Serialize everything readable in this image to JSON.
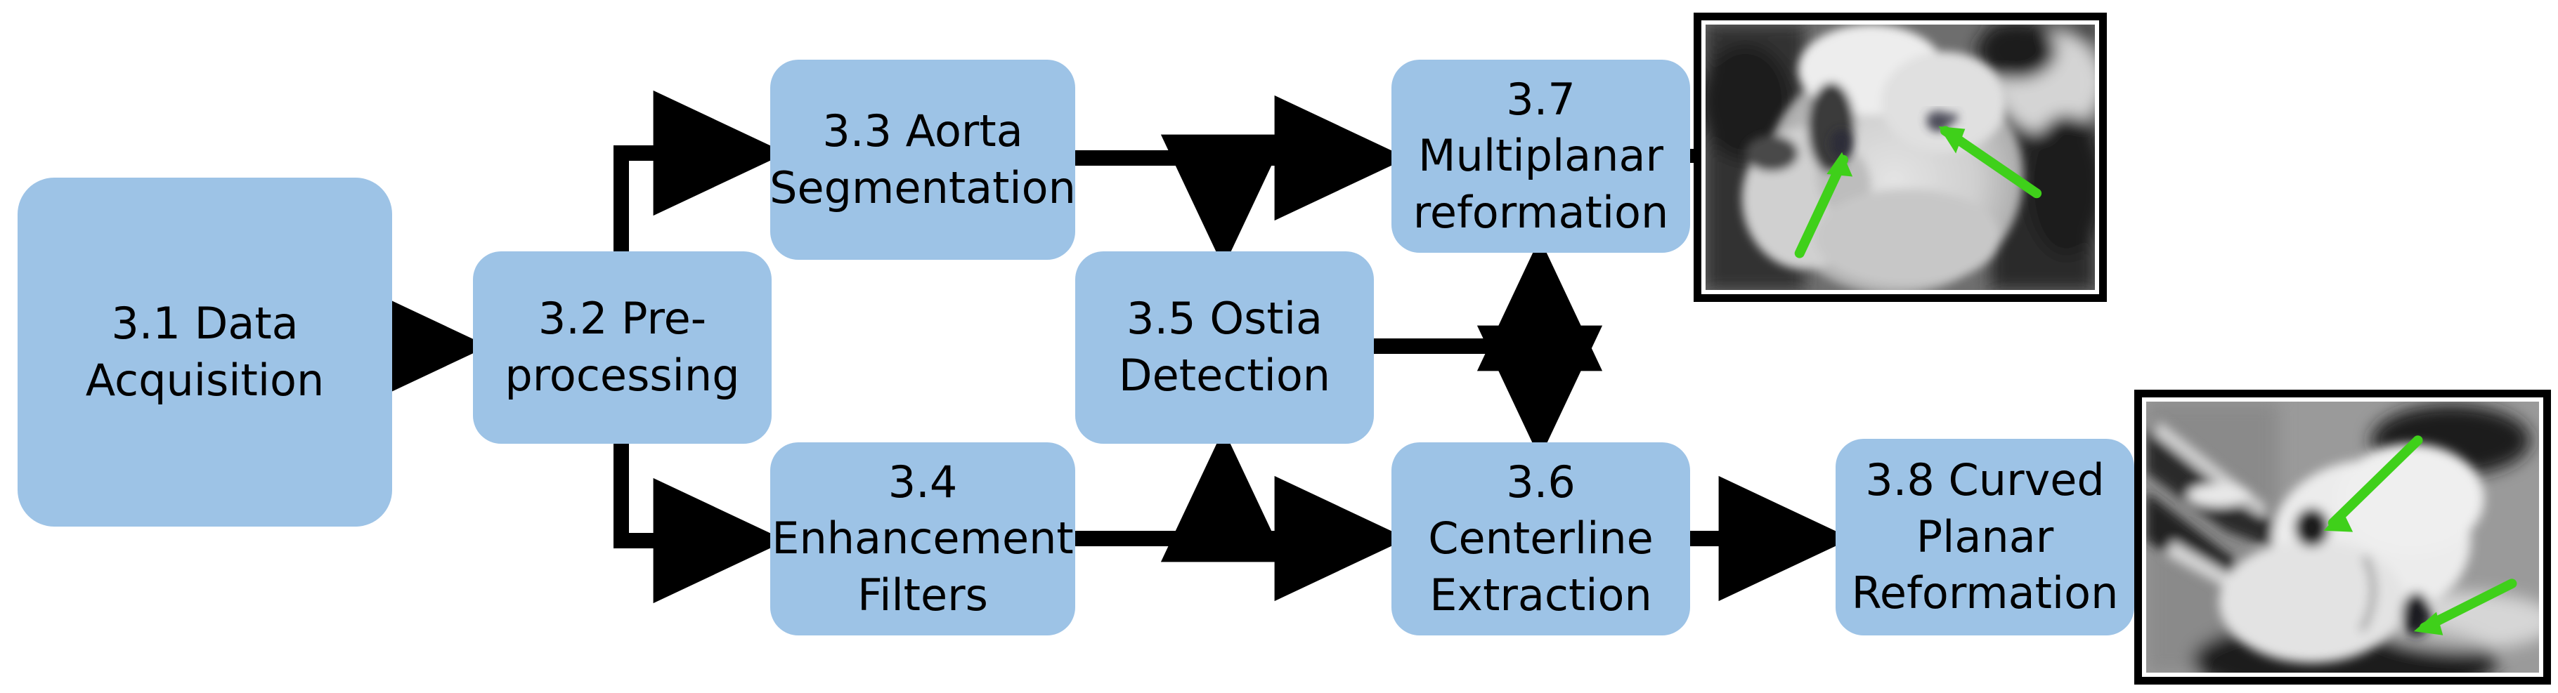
{
  "figure": {
    "type": "flowchart",
    "orientation": "left-to-right",
    "background_color": "#ffffff",
    "node_fill_color": "#9DC3E6",
    "node_text_color": "#000000",
    "connector_color": "#000000",
    "annotation_arrow_color": "#3FD01A"
  },
  "nodes": [
    {
      "id": "n31",
      "label": "3.1 Data\nAcquisition",
      "name": "node-data-acquisition"
    },
    {
      "id": "n32",
      "label": "3.2 Pre-\nprocessing",
      "name": "node-pre-processing"
    },
    {
      "id": "n33",
      "label": "3.3 Aorta\nSegmentation",
      "name": "node-aorta-segmentation"
    },
    {
      "id": "n34",
      "label": "3.4\nEnhancement\nFilters",
      "name": "node-enhancement-filters"
    },
    {
      "id": "n35",
      "label": "3.5 Ostia\nDetection",
      "name": "node-ostia-detection"
    },
    {
      "id": "n36",
      "label": "3.6\nCenterline\nExtraction",
      "name": "node-centerline-extraction"
    },
    {
      "id": "n37",
      "label": "3.7\nMultiplanar\nreformation",
      "name": "node-multiplanar-reformation"
    },
    {
      "id": "n38",
      "label": "3.8 Curved\nPlanar\nReformation",
      "name": "node-curved-planar-reformation"
    }
  ],
  "edges": [
    {
      "from": "3.1 Data Acquisition",
      "to": "3.2 Pre-processing",
      "style": "straight-arrow",
      "direction": "right"
    },
    {
      "from": "3.2 Pre-processing",
      "to": "3.3 Aorta Segmentation",
      "style": "elbow-arrow",
      "direction": "up-then-right"
    },
    {
      "from": "3.2 Pre-processing",
      "to": "3.4 Enhancement Filters",
      "style": "elbow-arrow",
      "direction": "down-then-right"
    },
    {
      "from": "3.3 Aorta Segmentation",
      "to": "3.7 Multiplanar reformation",
      "style": "straight-arrow",
      "direction": "right"
    },
    {
      "from": "3.3 Aorta Segmentation",
      "to": "3.5 Ostia Detection",
      "style": "tee-branch-arrow",
      "direction": "down"
    },
    {
      "from": "3.4 Enhancement Filters",
      "to": "3.6 Centerline Extraction",
      "style": "straight-arrow",
      "direction": "right"
    },
    {
      "from": "3.4 Enhancement Filters",
      "to": "3.5 Ostia Detection",
      "style": "tee-branch-arrow",
      "direction": "up"
    },
    {
      "from": "3.5 Ostia Detection",
      "to": "3.7 Multiplanar reformation / 3.6 Centerline Extraction",
      "style": "double-headed-vertical",
      "direction": "up-and-down"
    },
    {
      "from": "3.6 Centerline Extraction",
      "to": "3.8 Curved Planar Reformation",
      "style": "straight-arrow",
      "direction": "right"
    },
    {
      "from": "3.7 Multiplanar reformation",
      "to": "multiplanar-result-image",
      "style": "stub-line",
      "direction": "right"
    },
    {
      "from": "3.8 Curved Planar Reformation",
      "to": "curved-planar-result-image",
      "style": "stub-line",
      "direction": "right"
    }
  ],
  "images": [
    {
      "id": "img_mpr",
      "name": "multiplanar-reformation-scan",
      "caption": "",
      "modality": "grayscale CT cross-section",
      "annotations": [
        {
          "type": "arrow",
          "color": "#3FD01A",
          "points_to": "left coronary ostium"
        },
        {
          "type": "arrow",
          "color": "#3FD01A",
          "points_to": "right coronary ostium"
        }
      ]
    },
    {
      "id": "img_cpr",
      "name": "curved-planar-reformation-scan",
      "caption": "",
      "modality": "grayscale CT curved planar reformation",
      "annotations": [
        {
          "type": "arrow",
          "color": "#3FD01A",
          "points_to": "proximal vessel segment"
        },
        {
          "type": "arrow",
          "color": "#3FD01A",
          "points_to": "distal vessel segment"
        }
      ]
    }
  ]
}
